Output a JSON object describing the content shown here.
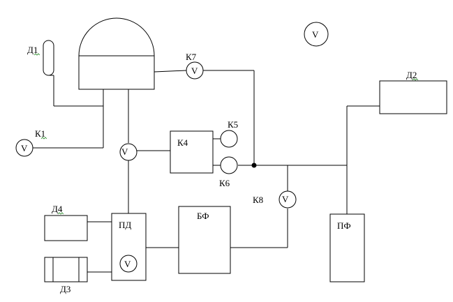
{
  "labels": {
    "d1": "Д1",
    "d2": "Д2",
    "d3": "Д3",
    "d4": "Д4",
    "k1": "К1",
    "k4": "К4",
    "k5": "К5",
    "k6": "К6",
    "k7": "К7",
    "k8": "К8",
    "pd": "ПД",
    "bf": "БФ",
    "pf": "ПФ"
  },
  "valve_symbol": "V",
  "colors": {
    "line": "#000000",
    "background": "#ffffff",
    "spellcheck_underline": "#2a8a2a"
  }
}
